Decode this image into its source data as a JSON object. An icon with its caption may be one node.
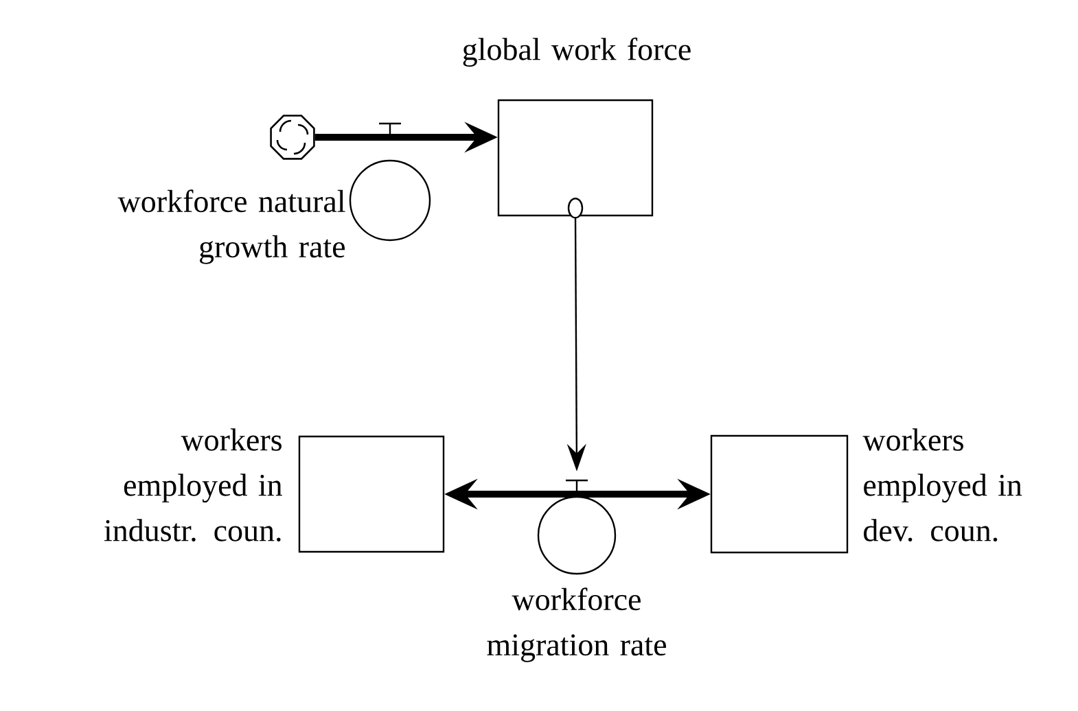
{
  "diagram": {
    "nodes": [
      {
        "text": [
          "global work force"
        ]
      },
      {
        "text": [],
        "shape": "cloud"
      },
      {
        "text": [
          "workforce natural growth rate"
        ]
      },
      {
        "text": [
          "workers employed in industr. coun."
        ]
      },
      {
        "text": [
          "workers employed in dev. coun."
        ]
      },
      {
        "text": [
          "workforce migration rate"
        ]
      }
    ],
    "edges": [
      {
        "from": 1,
        "to": 0,
        "arrow": "to"
      },
      {
        "from": 0,
        "to": 5,
        "arrow": "to"
      },
      {
        "from": 3,
        "to": 4,
        "arrow": "both"
      }
    ]
  }
}
